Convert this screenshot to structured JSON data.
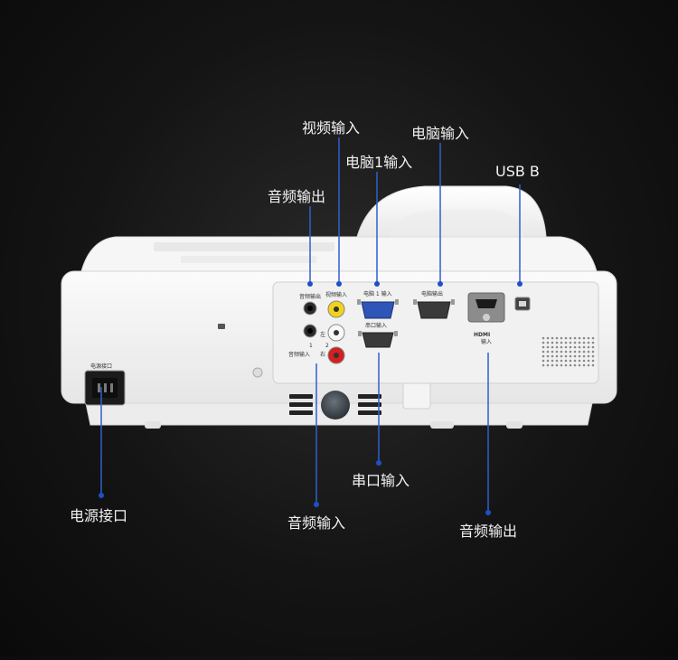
{
  "callouts": {
    "video_in": "视频输入",
    "computer_in": "电脑输入",
    "computer1_in": "电脑1输入",
    "usb_b": "USB B",
    "audio_out_top": "音频输出",
    "power": "电源接口",
    "serial_in": "串口输入",
    "audio_in": "音频输入",
    "audio_out_bottom": "音频输出"
  },
  "panel_text": {
    "power_small": "电源接口",
    "audio_out_small": "音频输出",
    "video_in_small": "视频输入",
    "computer1_small": "电脑 1 输入",
    "computer_out_small": "电脑输出",
    "serial_small": "串口输入",
    "hdmi_logo": "HDMI",
    "hdmi_in_small": "输入",
    "left_small": "左",
    "audio_in_small": "音频输入",
    "right_small": "右",
    "num1": "1",
    "num2": "2"
  },
  "colors": {
    "leader_line": "#2f5fd0",
    "leader_dot": "#1f4fc8",
    "label_text": "#f2f2f2",
    "body_white": "#f4f4f4"
  }
}
